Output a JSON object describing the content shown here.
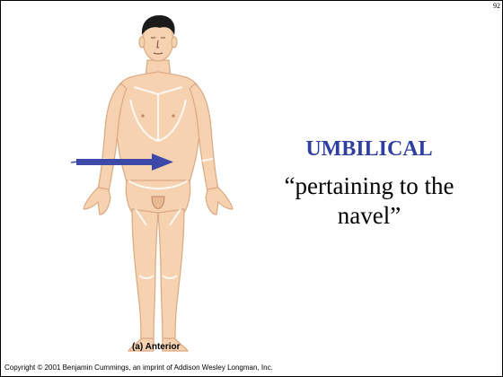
{
  "slide": {
    "page_number": "92",
    "term": "UMBILICAL",
    "definition": "“pertaining to the navel”",
    "figure_caption": "(a) Anterior",
    "copyright": "Copyright © 2001 Benjamin Cummings, an imprint of Addison Wesley Longman, Inc."
  },
  "colors": {
    "term": "#2f3f9f",
    "arrow": "#3d49a8",
    "skin": "#f6d2b0",
    "skin_outline": "#d9a982",
    "hair": "#1a1a1a"
  },
  "icons": {
    "pointer": "arrow-right-icon",
    "figure": "human-body-anterior-illustration"
  }
}
